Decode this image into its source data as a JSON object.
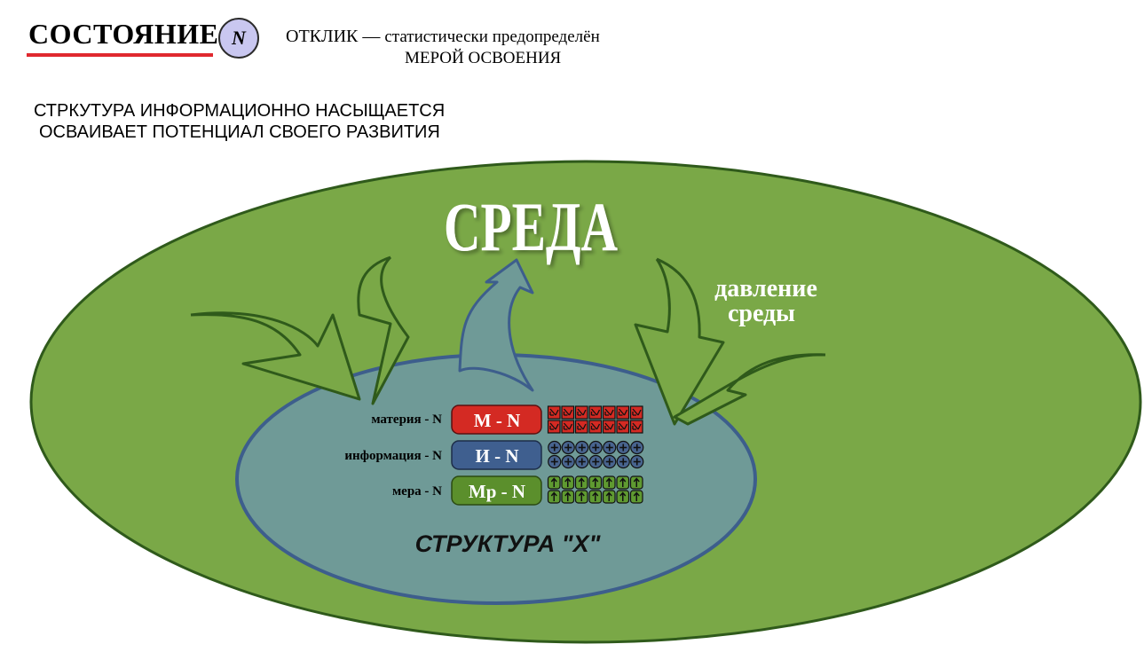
{
  "header": {
    "title": "СОСТОЯНИЕ",
    "symbol": "N",
    "response_label": "ОТКЛИК",
    "dash": "—",
    "response_text_1": "статистически предопределён",
    "response_text_2": "МЕРОЙ ОСВОЕНИЯ"
  },
  "description": {
    "line1": "СТРКУТУРА ИНФОРМАЦИОННО НАСЫЩАЕТСЯ",
    "line2": "ОСВАИВАЕТ ПОТЕНЦИАЛ СВОЕГО РАЗВИТИЯ"
  },
  "environment": {
    "title": "СРЕДА",
    "pressure_1": "давление",
    "pressure_2": "среды"
  },
  "structure": {
    "title": "СТРУКТУРА \"Х\"",
    "rows": [
      {
        "label": "материя - N",
        "box": "М - N",
        "color": "#d42a23",
        "cell_color": "#d42a23",
        "cell_symbol": "check"
      },
      {
        "label": "информация - N",
        "box": "И - N",
        "color": "#3f5f8f",
        "cell_color": "#48648f",
        "cell_symbol": "plus"
      },
      {
        "label": "мера - N",
        "box": "Мр - N",
        "color": "#5b8f2c",
        "cell_color": "#5f9a31",
        "cell_symbol": "arrow"
      }
    ]
  },
  "colors": {
    "outer_fill": "#7aa847",
    "outer_stroke": "#2f5a1b",
    "inner_fill": "#6f9a97",
    "inner_stroke": "#3d5e8c",
    "accent_red": "#e0282e",
    "symbol_circle": "#c9c7f0"
  }
}
